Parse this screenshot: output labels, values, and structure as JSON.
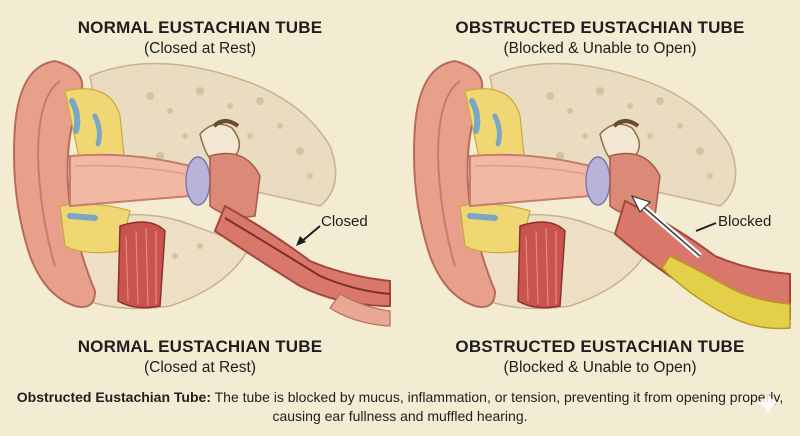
{
  "panels": {
    "normal": {
      "top_title": "NORMAL EUSTACHIAN TUBE",
      "top_subtitle": "(Closed at Rest)",
      "bottom_title": "NORMAL EUSTACHIAN TUBE",
      "bottom_subtitle": "(Closed at Rest)",
      "callout": "Closed"
    },
    "obstructed": {
      "top_title": "OBSTRUCTED EUSTACHIAN TUBE",
      "top_subtitle": "(Blocked & Unable to Open)",
      "bottom_title": "OBSTRUCTED EUSTACHIAN TUBE",
      "bottom_subtitle": "(Blocked & Unable to Open)",
      "callout": "Blocked"
    }
  },
  "caption": {
    "lead": "Obstructed Eustachian Tube:",
    "text": " The tube is blocked by mucus, inflammation, or tension, preventing it from opening properly, causing ear fullness and muffled hearing."
  },
  "colors": {
    "background": "#f4ebd3",
    "skin": "#e8a08a",
    "canal": "#f1b9a4",
    "bone": "#e9dcc0",
    "mucus": "#e3cf4a",
    "muscle": "#c9534f",
    "eardrum": "#b8b3d8"
  },
  "icons": [
    "arrow-icon",
    "sparkle-icon"
  ]
}
